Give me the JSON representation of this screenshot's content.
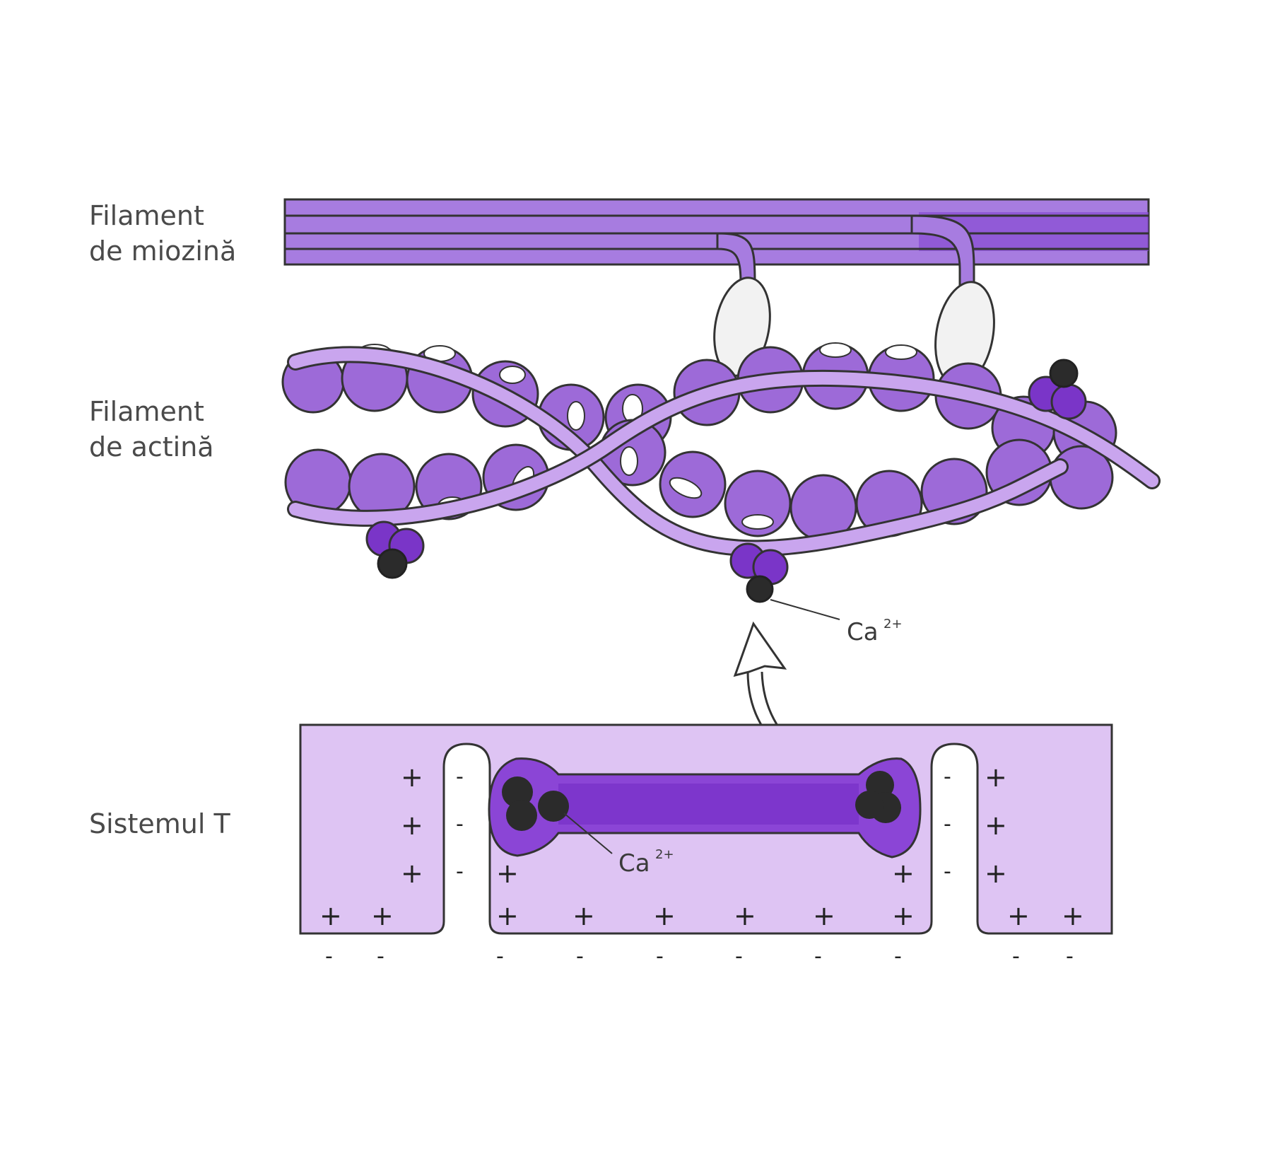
{
  "labels": {
    "myosin_line1": "Filament",
    "myosin_line2": "de miozină",
    "actin_line1": "Filament",
    "actin_line2": "de actină",
    "tsystem": "Sistemul T"
  },
  "calcium": {
    "base": "Ca",
    "sup": "2+"
  },
  "signs": {
    "plus": "+",
    "minus": "-"
  },
  "colors": {
    "myosin": "#a77ce0",
    "myosin_dark": "#8a4fd4",
    "actin_bead": "#9d6ad8",
    "troponin": "#7a35c8",
    "calcium_ion": "#2b2b2b",
    "myosin_head": "#f2f2f2",
    "membrane": "#dec4f3",
    "reticulum": "#8b45d6",
    "outline": "#333333",
    "label_text": "#4a4a4a"
  }
}
